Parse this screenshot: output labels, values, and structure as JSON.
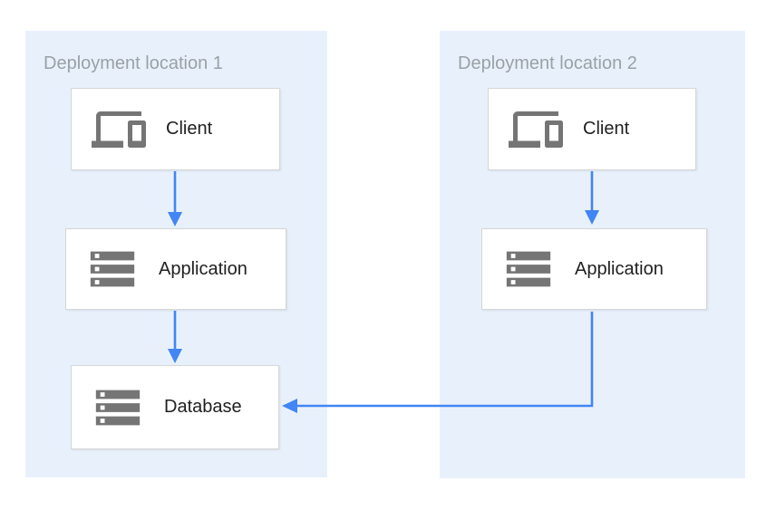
{
  "diagram": {
    "type": "architecture-diagram",
    "locations": [
      {
        "title": "Deployment location 1",
        "nodes": [
          {
            "label": "Client",
            "icon": "devices-icon"
          },
          {
            "label": "Application",
            "icon": "storage-icon"
          },
          {
            "label": "Database",
            "icon": "storage-icon"
          }
        ]
      },
      {
        "title": "Deployment location 2",
        "nodes": [
          {
            "label": "Client",
            "icon": "devices-icon"
          },
          {
            "label": "Application",
            "icon": "storage-icon"
          }
        ]
      }
    ],
    "edges": [
      {
        "from": "location-1 Client",
        "to": "location-1 Application",
        "style": "arrow-down"
      },
      {
        "from": "location-1 Application",
        "to": "location-1 Database",
        "style": "arrow-down"
      },
      {
        "from": "location-2 Client",
        "to": "location-2 Application",
        "style": "arrow-down"
      },
      {
        "from": "location-2 Application",
        "to": "location-1 Database",
        "style": "arrow-elbow-left"
      }
    ],
    "colors": {
      "container_fill": "#E8F1FB",
      "arrow_blue": "#4285F4",
      "icon_gray": "#757575",
      "box_border": "#D6D6D6",
      "title_gray": "#9AA0A6",
      "label_color": "#212121"
    }
  }
}
